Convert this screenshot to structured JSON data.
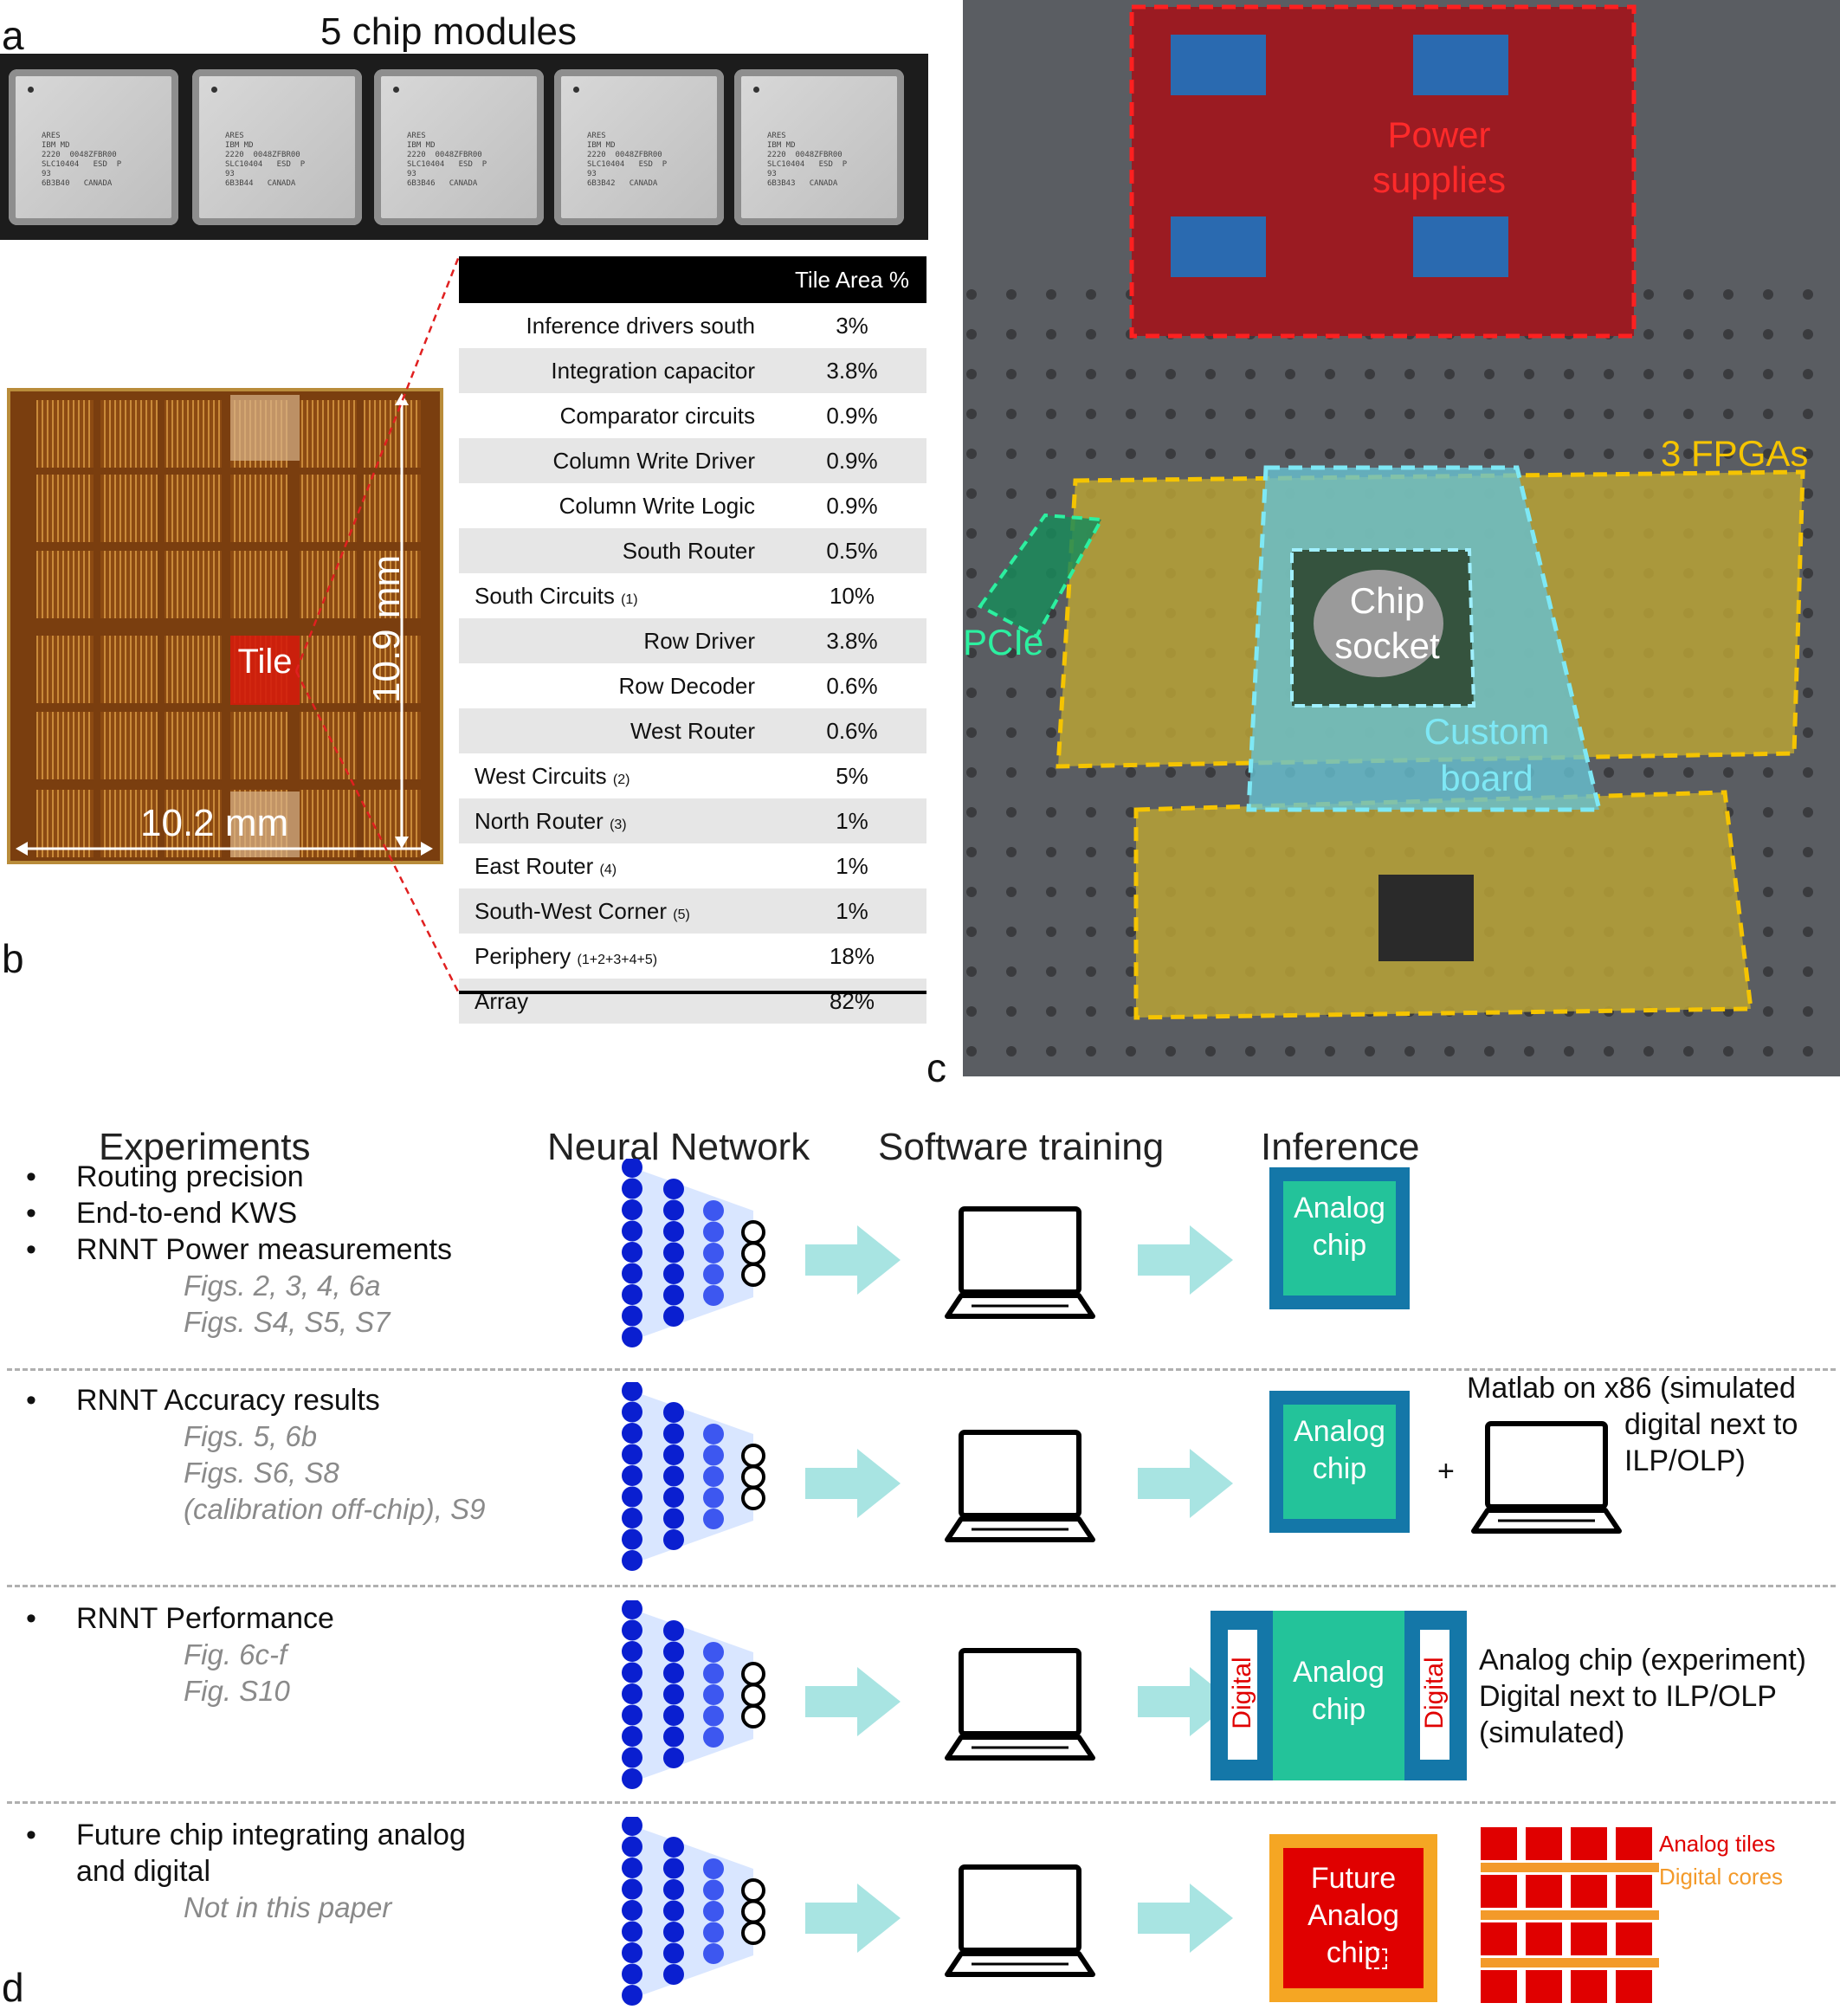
{
  "panels": {
    "a": "a",
    "b": "b",
    "c": "c",
    "d": "d"
  },
  "modules": {
    "title": "5 chip modules",
    "chips": [
      {
        "marking": "ARES\nIBM MD\n2220  0048ZFBR00\nSLC10404   ESD  P\n93\n6B3B40   CANADA"
      },
      {
        "marking": "ARES\nIBM MD\n2220  0048ZFBR00\nSLC10404   ESD  P\n93\n6B3B44   CANADA"
      },
      {
        "marking": "ARES\nIBM MD\n2220  0048ZFBR00\nSLC10404   ESD  P\n93\n6B3B46   CANADA"
      },
      {
        "marking": "ARES\nIBM MD\n2220  0048ZFBR00\nSLC10404   ESD  P\n93\n6B3B42   CANADA"
      },
      {
        "marking": "ARES\nIBM MD\n2220  0048ZFBR00\nSLC10404   ESD  P\n93\n6B3B43   CANADA"
      }
    ]
  },
  "die": {
    "tile_label": "Tile",
    "height_label": "10.9 mm",
    "width_label": "10.2 mm"
  },
  "area_table": {
    "header": "Tile Area %",
    "rows": [
      {
        "name": "Inference drivers south",
        "sub": "",
        "value": "3%"
      },
      {
        "name": "Integration capacitor",
        "sub": "",
        "value": "3.8%"
      },
      {
        "name": "Comparator circuits",
        "sub": "",
        "value": "0.9%"
      },
      {
        "name": "Column Write Driver",
        "sub": "",
        "value": "0.9%"
      },
      {
        "name": "Column Write Logic",
        "sub": "",
        "value": "0.9%"
      },
      {
        "name": "South Router",
        "sub": "",
        "value": "0.5%"
      },
      {
        "name": "South Circuits",
        "sub": "(1)",
        "value": "10%"
      },
      {
        "name": "Row Driver",
        "sub": "",
        "value": "3.8%"
      },
      {
        "name": "Row Decoder",
        "sub": "",
        "value": "0.6%"
      },
      {
        "name": "West Router",
        "sub": "",
        "value": "0.6%"
      },
      {
        "name": "West Circuits",
        "sub": "(2)",
        "value": "5%"
      },
      {
        "name": "North Router",
        "sub": "(3)",
        "value": "1%"
      },
      {
        "name": "East Router",
        "sub": "(4)",
        "value": "1%"
      },
      {
        "name": "South-West Corner",
        "sub": "(5)",
        "value": "1%"
      },
      {
        "name": "Periphery",
        "sub": "(1+2+3+4+5)",
        "value": "18%"
      },
      {
        "name": "Array",
        "sub": "",
        "value": "82%"
      }
    ]
  },
  "setup": {
    "power": "Power supplies",
    "fpgas": "3 FPGAs",
    "pcie": "PCIe",
    "socket": "Chip socket",
    "board": "Custom board"
  },
  "workflow": {
    "headers": {
      "experiments": "Experiments",
      "network": "Neural Network",
      "training": "Software training",
      "inference": "Inference"
    },
    "rows": [
      {
        "bullets": [
          "Routing precision",
          "End-to-end KWS",
          "RNNT Power measurements"
        ],
        "figs": [
          "Figs. 2, 3, 4, 6a",
          "Figs. S4, S5, S7"
        ],
        "chip": "Analog chip"
      },
      {
        "bullets": [
          "RNNT Accuracy results"
        ],
        "figs": [
          "Figs. 5, 6b",
          "Figs. S6, S8",
          "(calibration off-chip), S9"
        ],
        "chip": "Analog chip",
        "plus": "+",
        "note": [
          "Matlab on x86 (simulated",
          "digital next to",
          "ILP/OLP)"
        ]
      },
      {
        "bullets": [
          "RNNT Performance"
        ],
        "figs": [
          "Fig. 6c-f",
          "Fig. S10"
        ],
        "chip": "Analog chip",
        "digital": "Digital",
        "note": [
          "Analog chip (experiment)",
          "Digital next to ILP/OLP",
          "(simulated)"
        ]
      },
      {
        "bullets": [
          "Future chip integrating analog",
          "and digital"
        ],
        "figs": [
          "Not in this paper"
        ],
        "chip": "Future Analog chip",
        "legend": {
          "analog": "Analog tiles",
          "digital": "Digital cores"
        }
      }
    ]
  },
  "colors": {
    "analog_green": "#23c39a",
    "chip_blue": "#1477a8",
    "arrow": "#a8e4e2",
    "node_dark": "#0a1fd0",
    "node_mid": "#3d57f0",
    "red": "#e00000",
    "orange": "#f39a2a",
    "future_frame": "#f5a623"
  }
}
